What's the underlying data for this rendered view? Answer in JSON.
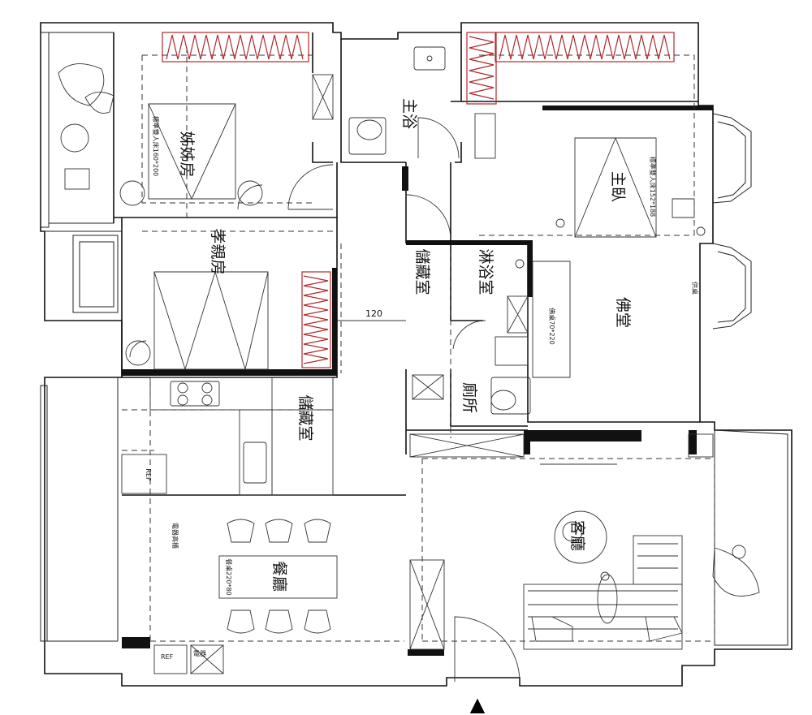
{
  "rooms": {
    "sister": "姊姊房",
    "parents": "孝親房",
    "master_bath": "主浴",
    "master_bed": "主臥",
    "storage_mid": "儲藏室",
    "shower": "淋浴室",
    "shrine": "佛堂",
    "toilet": "廁所",
    "storage_kitchen": "儲藏室",
    "dining": "餐廳",
    "living": "客廳"
  },
  "notes": {
    "bed_sister": "標準雙人床160*200",
    "bed_master": "標準雙人床152*188",
    "bed_shrine": "佛桌70*220",
    "dining_table": "餐桌220*80",
    "wall_cabinet": "電器高櫃",
    "ref_1": "REF",
    "ref_2": "REF",
    "side_cab": "電器",
    "shrine_side": "供桌",
    "dimension_120": "120"
  },
  "markers": {
    "entrance": "▲"
  }
}
